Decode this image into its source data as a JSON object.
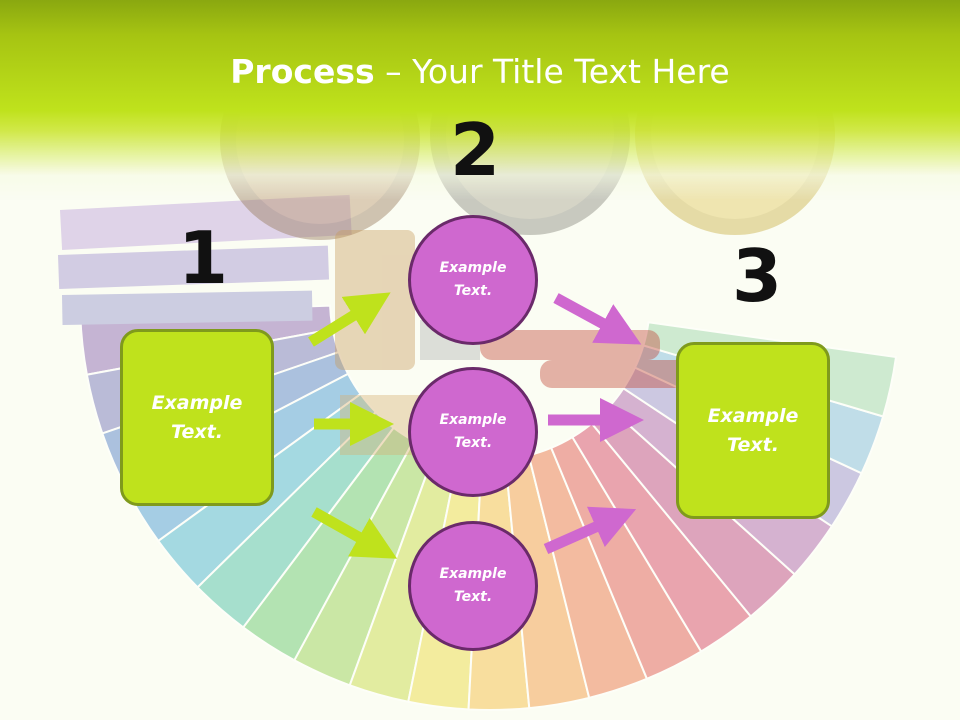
{
  "slide": {
    "title_bold": "Process",
    "title_rest": " – Your Title Text Here"
  },
  "steps": [
    {
      "number": "1",
      "text": "Example Text."
    },
    {
      "number": "2",
      "texts": [
        "Example Text.",
        "Example Text.",
        "Example Text."
      ]
    },
    {
      "number": "3",
      "text": "Example Text."
    }
  ],
  "colors": {
    "title_band": "#bfe21c",
    "box_fill": "#bfe21c",
    "box_border": "#7f9a1c",
    "circle_fill": "#cf68cf",
    "circle_border": "#6a2a6a",
    "green_arrow": "#bfe21c",
    "purple_arrow": "#cf68cf"
  }
}
